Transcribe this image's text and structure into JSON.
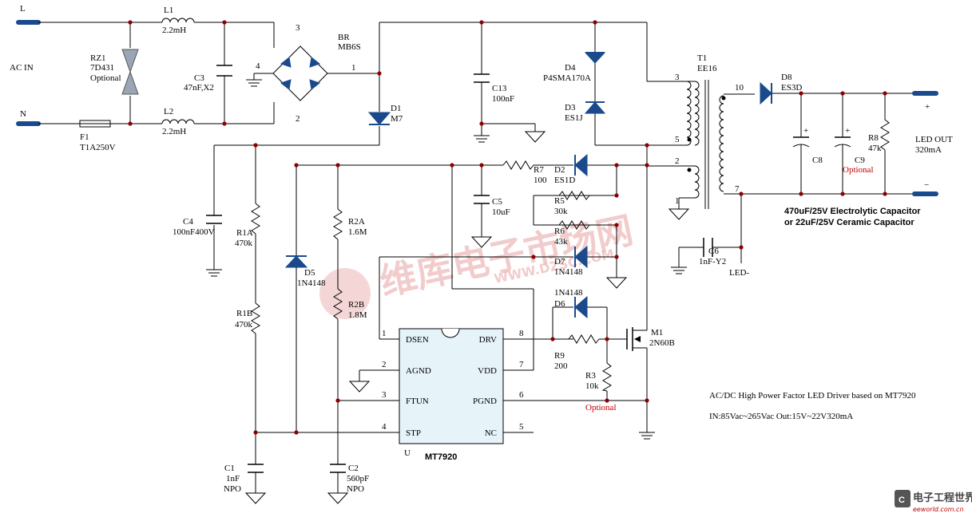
{
  "input": {
    "L": "L",
    "N": "N",
    "ac_in": "AC IN"
  },
  "components": {
    "rz1": [
      "RZ1",
      "7D431",
      "Optional"
    ],
    "f1": [
      "F1",
      "T1A250V"
    ],
    "l1": [
      "L1",
      "2.2mH"
    ],
    "l2": [
      "L2",
      "2.2mH"
    ],
    "c3": [
      "C3",
      "47nF,X2"
    ],
    "br": [
      "BR",
      "MB6S"
    ],
    "c4": [
      "C4",
      "100nF400V"
    ],
    "d1": [
      "D1",
      "M7"
    ],
    "r1a": [
      "R1A",
      "470k"
    ],
    "r1b": [
      "R1B",
      "470k"
    ],
    "c1": [
      "C1",
      "1nF",
      "NPO"
    ],
    "d5": [
      "D5",
      "1N4148"
    ],
    "r2a": [
      "R2A",
      "1.6M"
    ],
    "r2b": [
      "R2B",
      "1.8M"
    ],
    "c2": [
      "C2",
      "560pF",
      "NPO"
    ],
    "c13": [
      "C13",
      "100nF"
    ],
    "d4": [
      "D4",
      "P4SMA170A"
    ],
    "d3": [
      "D3",
      "ES1J"
    ],
    "r7": [
      "R7",
      "100"
    ],
    "d2": [
      "D2",
      "ES1D"
    ],
    "c5": [
      "C5",
      "10uF"
    ],
    "r5": [
      "R5",
      "30k"
    ],
    "r6": [
      "R6",
      "43k"
    ],
    "d7": [
      "D7",
      "1N4148"
    ],
    "d6": [
      "1N4148",
      "D6"
    ],
    "r9": [
      "R9",
      "200"
    ],
    "r3": [
      "R3",
      "10k",
      "Optional"
    ],
    "m1": [
      "M1",
      "2N60B"
    ],
    "t1": [
      "T1",
      "EE16"
    ],
    "d8": [
      "D8",
      "ES3D"
    ],
    "c8": "C8",
    "c9": [
      "C9",
      "Optional"
    ],
    "r8": [
      "R8",
      "47k"
    ],
    "c6": [
      "C6",
      "1nF-Y2"
    ]
  },
  "pins": {
    "br": [
      "3",
      "4",
      "1",
      "2"
    ],
    "t1": [
      "3",
      "5",
      "2",
      "1",
      "10",
      "7"
    ]
  },
  "ic": {
    "name": "MT7920",
    "ref": "U",
    "left_pins": [
      {
        "num": "1",
        "name": "DSEN"
      },
      {
        "num": "2",
        "name": "AGND"
      },
      {
        "num": "3",
        "name": "FTUN"
      },
      {
        "num": "4",
        "name": "STP"
      }
    ],
    "right_pins": [
      {
        "num": "8",
        "name": "DRV"
      },
      {
        "num": "7",
        "name": "VDD"
      },
      {
        "num": "6",
        "name": "PGND"
      },
      {
        "num": "5",
        "name": "NC"
      }
    ]
  },
  "output": {
    "plus": "+",
    "minus": "−",
    "led_out": [
      "LED OUT",
      "320mA"
    ],
    "cap_note": [
      "470uF/25V Electrolytic Capacitor",
      "or 22uF/25V Ceramic Capacitor"
    ],
    "led_minus": "LED-"
  },
  "description": {
    "title": "AC/DC High Power Factor LED Driver based on MT7920",
    "spec": "IN:85Vac~265Vac  Out:15V~22V320mA"
  },
  "watermark": {
    "cn": "维库电子市场网",
    "url": "WWW.DZSC.COM",
    "corner_cn": "电子工程世界",
    "corner_url": "eeworld.com.cn"
  },
  "colors": {
    "wire": "#000000",
    "diode": "#1a4a8c",
    "junction": "#8b0000",
    "note": "#c00000",
    "watermark": "#e8a3a3"
  }
}
